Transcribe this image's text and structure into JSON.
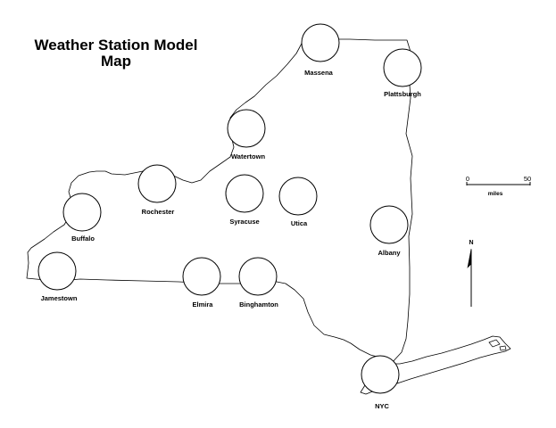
{
  "map": {
    "title_line1": "Weather Station Model",
    "title_line2": "Map",
    "stations": [
      {
        "name": "Massena"
      },
      {
        "name": "Plattsburgh"
      },
      {
        "name": "Watertown"
      },
      {
        "name": "Rochester"
      },
      {
        "name": "Syracuse"
      },
      {
        "name": "Utica"
      },
      {
        "name": "Buffalo"
      },
      {
        "name": "Albany"
      },
      {
        "name": "Jamestown"
      },
      {
        "name": "Elmira"
      },
      {
        "name": "Binghamton"
      },
      {
        "name": "NYC"
      }
    ],
    "scale": {
      "start": "0",
      "end": "50",
      "units": "miles"
    },
    "north_label": "N"
  }
}
